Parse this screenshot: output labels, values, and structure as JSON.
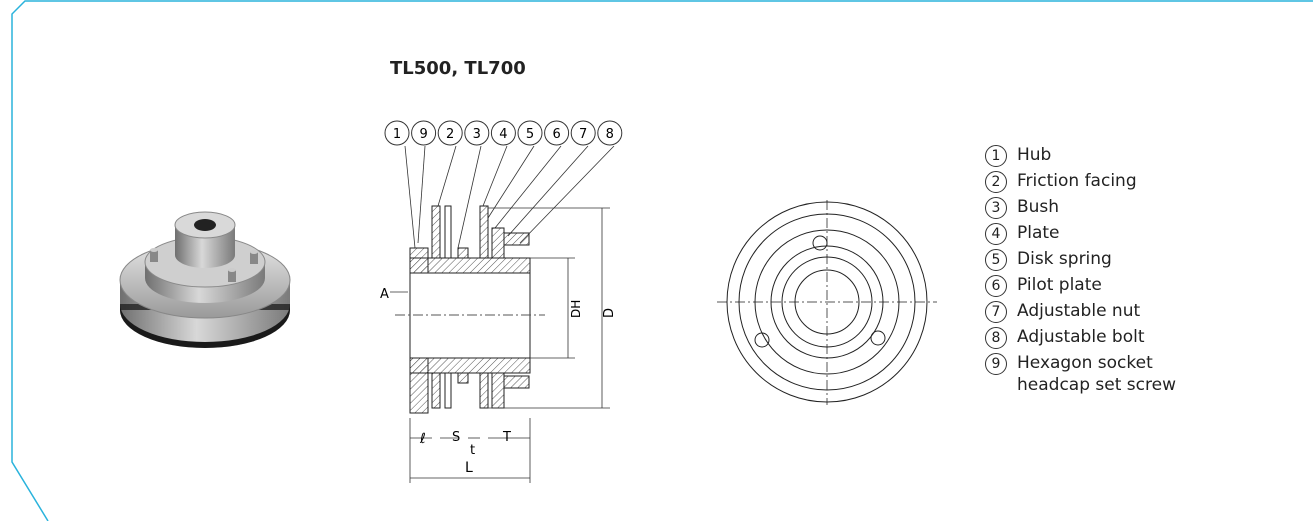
{
  "title": "TL500, TL700",
  "balloons": [
    "1",
    "9",
    "2",
    "3",
    "4",
    "5",
    "6",
    "7",
    "8"
  ],
  "dimensions": {
    "A": "A",
    "DH": "DH",
    "D": "D",
    "l": "ℓ",
    "S": "S",
    "t": "t",
    "T": "T",
    "L": "L"
  },
  "parts": [
    {
      "num": "1",
      "label": "Hub"
    },
    {
      "num": "2",
      "label": "Friction facing"
    },
    {
      "num": "3",
      "label": "Bush"
    },
    {
      "num": "4",
      "label": "Plate"
    },
    {
      "num": "5",
      "label": "Disk spring"
    },
    {
      "num": "6",
      "label": "Pilot plate"
    },
    {
      "num": "7",
      "label": "Adjustable nut"
    },
    {
      "num": "8",
      "label": "Adjustable bolt"
    },
    {
      "num": "9",
      "label": "Hexagon socket headcap set screw"
    }
  ],
  "colors": {
    "frame": "#2ab3dc",
    "line": "#222222",
    "hatch": "#555555",
    "metal": "#9a9a9a"
  }
}
